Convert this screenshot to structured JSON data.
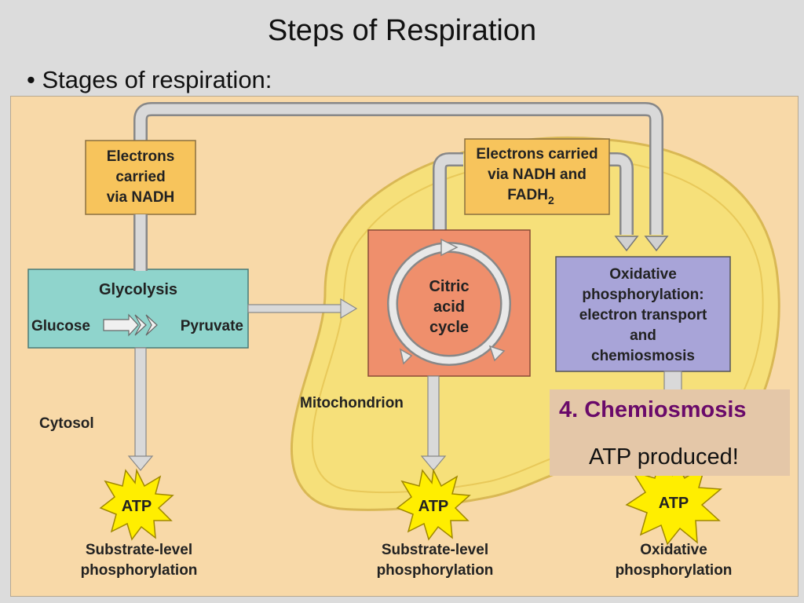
{
  "slide": {
    "title": "Steps of Respiration",
    "bullet": "• Stages of respiration:"
  },
  "diagram": {
    "electrons_nadh": [
      "Electrons",
      "carried",
      "via NADH"
    ],
    "electrons_nadh_fadh": [
      "Electrons carried",
      "via NADH and",
      "FADH",
      "2"
    ],
    "glycolysis": {
      "title": "Glycolysis",
      "input": "Glucose",
      "output": "Pyruvate"
    },
    "citric_acid_cycle": [
      "Citric",
      "acid",
      "cycle"
    ],
    "oxidative": [
      "Oxidative",
      "phosphorylation:",
      "electron transport",
      "and",
      "chemiosmosis"
    ],
    "cytosol_label": "Cytosol",
    "mitochondrion_label": "Mitochondrion",
    "atp_label": "ATP",
    "outputs": [
      [
        "Substrate-level",
        "phosphorylation"
      ],
      [
        "Substrate-level",
        "phosphorylation"
      ],
      [
        "Oxidative",
        "phosphorylation"
      ]
    ]
  },
  "callout": {
    "title": "4. Chemiosmosis",
    "subtitle": "ATP produced!"
  },
  "colors": {
    "background": "#f8d9a8",
    "mitochondrion": "#f6e07a",
    "electron_box": "#f7c45c",
    "glycolysis_box": "#8fd4cc",
    "citric_box": "#ef8f6c",
    "oxidative_box": "#a8a4d8",
    "atp_star": "#ffee00",
    "arrow": "#c8c8c8",
    "callout_title": "#6a0a6a"
  }
}
